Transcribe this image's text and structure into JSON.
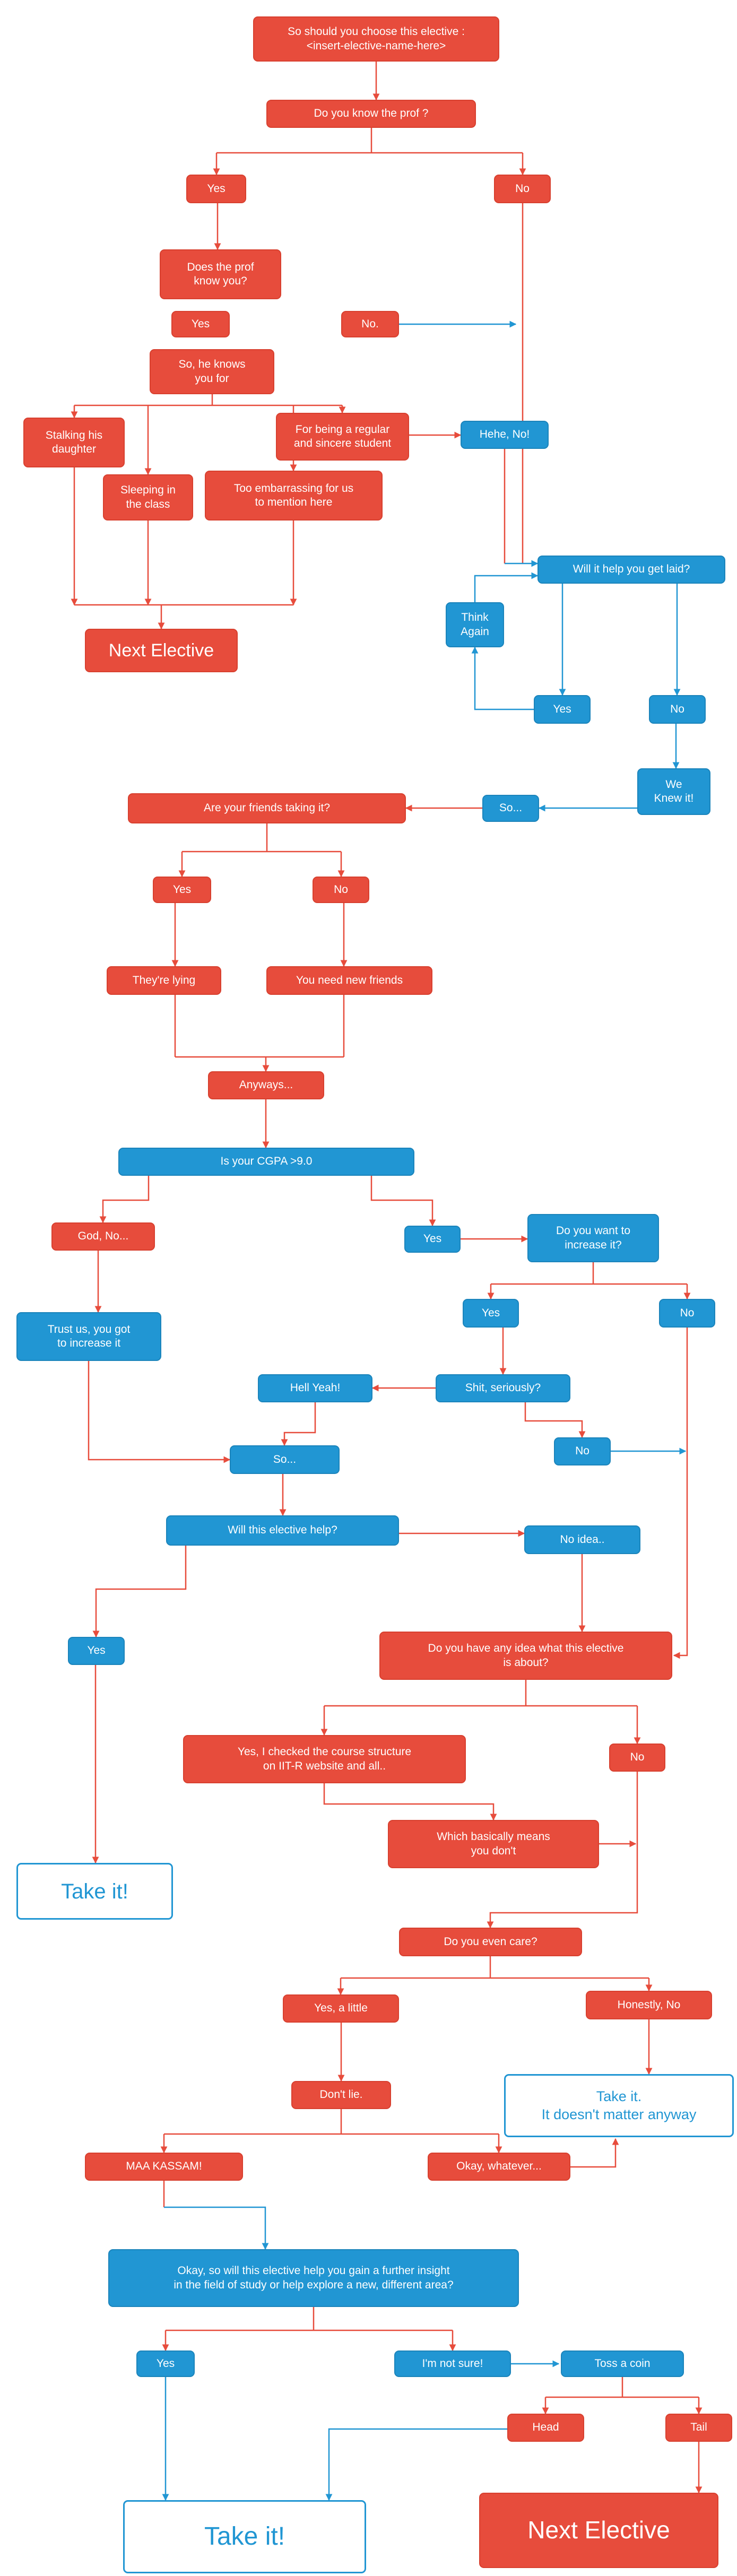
{
  "colors": {
    "red": "#e74c3c",
    "blue": "#2196d3",
    "white": "#ffffff"
  },
  "nodes": {
    "start": "So should you choose this elective :\n<insert-elective-name-here>",
    "know_prof": "Do you know the prof ?",
    "yes_1": "Yes",
    "no_1": "No",
    "prof_know_you": "Does the prof\nknow you?",
    "yes_2": "Yes",
    "no_2": "No.",
    "knows_you_for": "So, he knows\nyou for",
    "stalking": "Stalking his\ndaughter",
    "regular_student": "For being a regular\nand sincere student",
    "hehe_no": "Hehe, No!",
    "sleeping": "Sleeping in\nthe class",
    "embarrassing": "Too embarrassing for us\nto mention here",
    "next_elective_1": "Next Elective",
    "get_laid": "Will it help you get laid?",
    "think_again": "Think\nAgain",
    "yes_laid": "Yes",
    "no_laid": "No",
    "we_knew_it": "We\nKnew it!",
    "so_1": "So...",
    "friends_taking": "Are your friends taking it?",
    "yes_3": "Yes",
    "no_3": "No",
    "theyre_lying": "They're lying",
    "new_friends": "You need new friends",
    "anyways": "Anyways...",
    "cgpa": "Is your CGPA >9.0",
    "god_no": "God, No...",
    "yes_4": "Yes",
    "want_increase": "Do you want to\nincrease it?",
    "trust_us": "Trust us, you got\nto increase it",
    "yes_5": "Yes",
    "no_5": "No",
    "hell_yeah": "Hell Yeah!",
    "shit_seriously": "Shit, seriously?",
    "no_6": "No",
    "so_2": "So...",
    "elective_help": "Will this elective help?",
    "no_idea": "No idea..",
    "yes_7": "Yes",
    "any_idea": "Do you have any idea what this elective\nis about?",
    "checked_structure": "Yes, I checked the course structure\non IIT-R website and all..",
    "no_8": "No",
    "basically_means": "Which basically means\nyou don't",
    "take_it_1": "Take it!",
    "even_care": "Do you even care?",
    "yes_little": "Yes, a little",
    "honestly_no": "Honestly, No",
    "dont_lie": "Don't lie.",
    "take_it_2": "Take it.\nIt doesn't matter anyway",
    "maa_kassam": "MAA KASSAM!",
    "okay_whatever": "Okay, whatever...",
    "big_question": "Okay, so will this elective help you gain a further insight\nin the field of study or help explore a new,  different area?",
    "yes_9": "Yes",
    "not_sure": "I'm not sure!",
    "toss_coin": "Toss a coin",
    "head": "Head",
    "tail": "Tail",
    "take_it_3": "Take it!",
    "next_elective_2": "Next Elective"
  }
}
